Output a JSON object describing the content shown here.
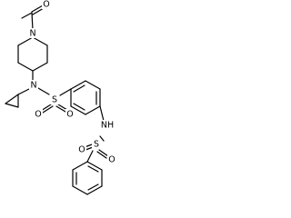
{
  "molecule": {
    "atoms": {
      "n_piperidine": "N",
      "o_acetyl": "O",
      "n_sulfonamide": "N",
      "s_upper": "S",
      "o_upper_left": "O",
      "o_upper_right": "O",
      "nh_link": "NH",
      "s_lower": "S",
      "o_lower_left": "O",
      "o_lower_right": "O"
    },
    "colors": {
      "bond": "#000000",
      "label": "#000000",
      "background": "#ffffff"
    }
  }
}
